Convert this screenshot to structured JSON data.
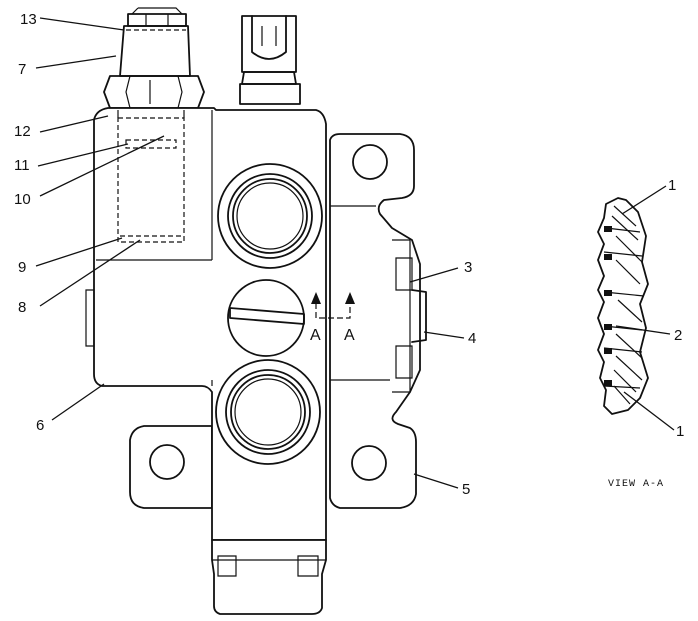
{
  "callouts": {
    "c13": "13",
    "c7": "7",
    "c12": "12",
    "c11": "11",
    "c10": "10",
    "c9": "9",
    "c8": "8",
    "c6": "6",
    "c3": "3",
    "c4": "4",
    "c5": "5",
    "v1a": "1",
    "v2": "2",
    "v1b": "1"
  },
  "section_marks": {
    "left": "A",
    "right": "A"
  },
  "view_label": "VIEW A-A"
}
